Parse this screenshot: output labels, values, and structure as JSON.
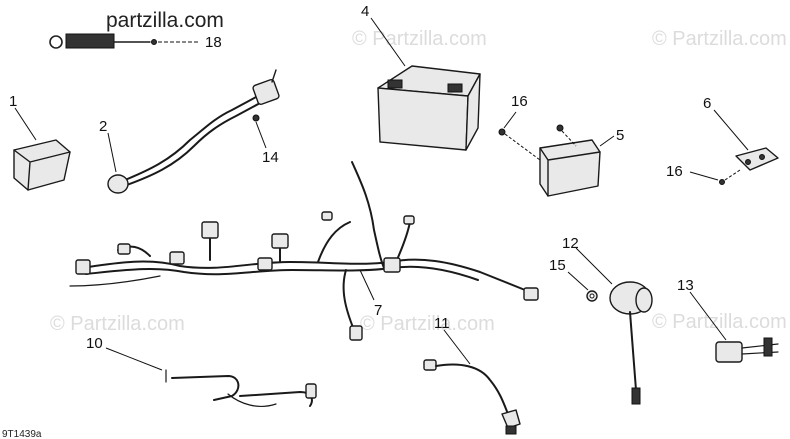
{
  "brand_logo": {
    "text": "partzilla.com"
  },
  "watermark_text": "© Partzilla.com",
  "diagram_code": "9T1439a",
  "callouts": {
    "c1": "1",
    "c2": "2",
    "c4": "4",
    "c5": "5",
    "c6": "6",
    "c7": "7",
    "c10": "10",
    "c11": "11",
    "c12": "12",
    "c13": "13",
    "c14": "14",
    "c15": "15",
    "c16a": "16",
    "c16b": "16",
    "c18": "18"
  }
}
